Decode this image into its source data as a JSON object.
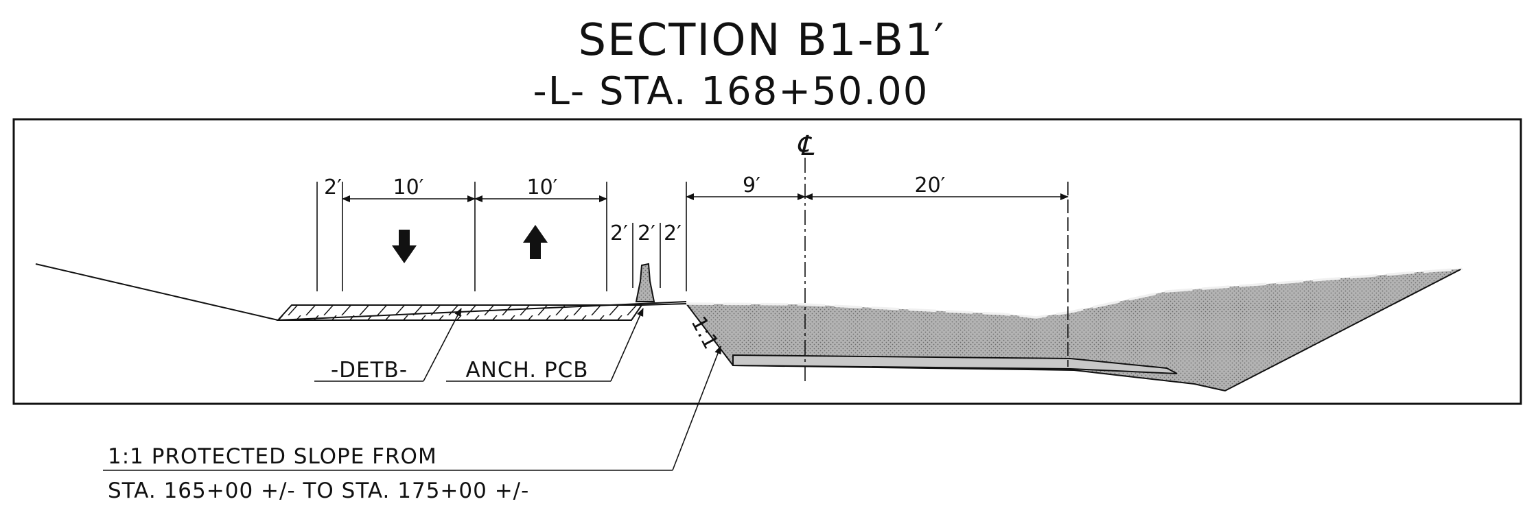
{
  "title": "SECTION B1-B1′",
  "subtitle": "-L- STA. 168+50.00",
  "centerline_symbol": "℄",
  "dimensions": {
    "d_2a": "2′",
    "d_10a": "10′",
    "d_10b": "10′",
    "d_2b": "2′",
    "d_2c": "2′",
    "d_2d": "2′",
    "d_9": "9′",
    "d_20": "20′"
  },
  "slope_ratio": "1:1",
  "labels": {
    "detb": "-DETB-",
    "anch_pcb": "ANCH. PCB"
  },
  "note": {
    "line1": "1:1 PROTECTED SLOPE FROM",
    "line2": "STA. 165+00 +/- TO STA. 175+00 +/-"
  },
  "colors": {
    "ink": "#111111",
    "fill_gray": "#a6a6a6",
    "background": "#ffffff"
  },
  "icons": {
    "down_arrow": "down-arrow-icon",
    "up_arrow": "up-arrow-icon",
    "barrier": "concrete-barrier-icon"
  }
}
